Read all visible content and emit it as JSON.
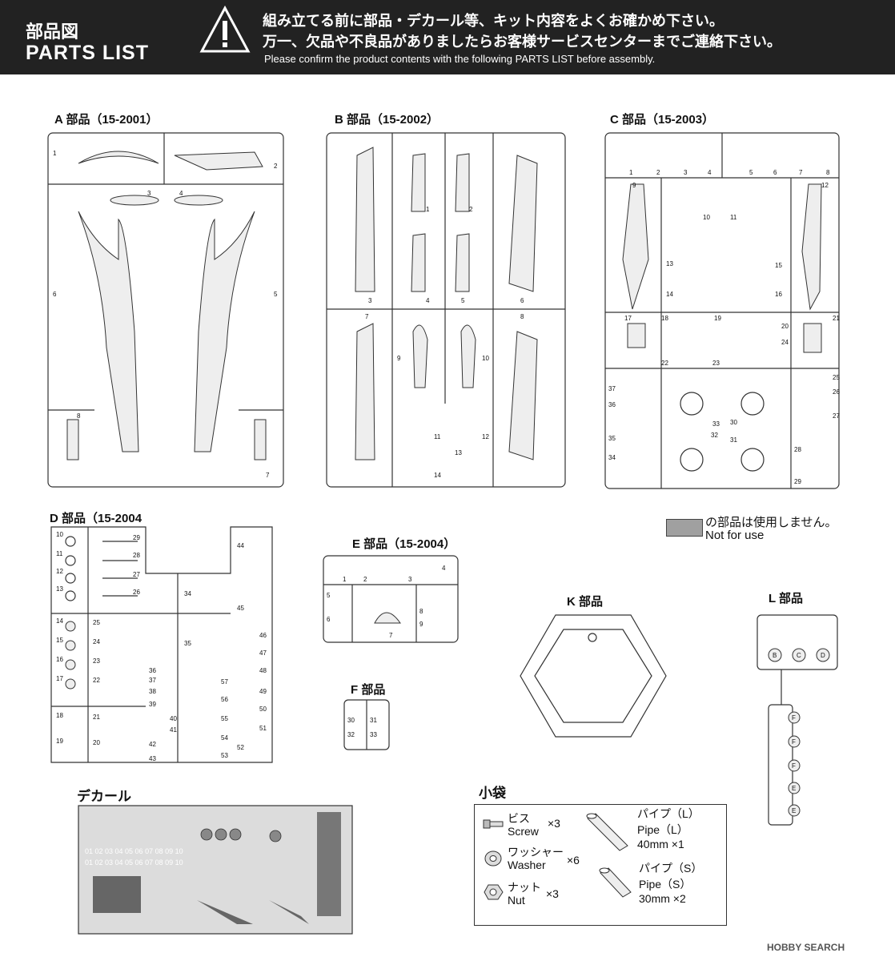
{
  "header": {
    "title_jp": "部品図",
    "title_en": "PARTS LIST",
    "notice_jp_1": "組み立てる前に部品・デカール等、キット内容をよくお確かめ下さい。",
    "notice_jp_2": "万一、欠品や不良品がありましたらお客様サービスセンターまでご連絡下さい。",
    "notice_en": "Please confirm the product contents with the following PARTS LIST before assembly."
  },
  "sprues": {
    "a": {
      "label": "A 部品（15-2001）",
      "parts": [
        "1",
        "2",
        "3",
        "4",
        "5",
        "6",
        "7",
        "8"
      ]
    },
    "b": {
      "label": "B 部品（15-2002）",
      "parts": [
        "1",
        "2",
        "3",
        "4",
        "5",
        "6",
        "7",
        "8",
        "9",
        "10",
        "11",
        "12",
        "13",
        "14"
      ]
    },
    "c": {
      "label": "C 部品（15-2003）",
      "parts": [
        "1",
        "2",
        "3",
        "4",
        "5",
        "6",
        "7",
        "8",
        "9",
        "10",
        "11",
        "12",
        "13",
        "14",
        "15",
        "16",
        "17",
        "18",
        "19",
        "20",
        "21",
        "22",
        "23",
        "24",
        "25",
        "26",
        "27",
        "28",
        "29",
        "30",
        "31",
        "32",
        "33",
        "34",
        "35",
        "36",
        "37"
      ]
    },
    "d": {
      "label": "D 部品（15-2004",
      "parts": [
        "10",
        "11",
        "12",
        "13",
        "14",
        "15",
        "16",
        "17",
        "18",
        "19",
        "20",
        "21",
        "22",
        "23",
        "24",
        "25",
        "26",
        "27",
        "28",
        "29",
        "34",
        "35",
        "36",
        "37",
        "38",
        "39",
        "40",
        "41",
        "42",
        "43",
        "44",
        "45",
        "46",
        "47",
        "48",
        "49",
        "50",
        "51",
        "52",
        "53",
        "54",
        "55",
        "56",
        "57"
      ]
    },
    "e": {
      "label": "E 部品（15-2004）",
      "parts": [
        "1",
        "2",
        "3",
        "4",
        "5",
        "6",
        "7",
        "8",
        "9"
      ]
    },
    "f": {
      "label": "F 部品",
      "parts": [
        "30",
        "31",
        "32",
        "33"
      ]
    },
    "k": {
      "label": "K 部品"
    },
    "l": {
      "label": "L 部品",
      "parts": [
        "B",
        "C",
        "D",
        "F",
        "F",
        "F",
        "E",
        "E"
      ]
    }
  },
  "not_for_use": {
    "jp": "の部品は使用しません。",
    "en": "Not for use",
    "color": "#a0a0a0"
  },
  "decal": {
    "label": "デカール",
    "numbers_1": "01 02 03 04 05 06 07 08 09 10",
    "numbers_2": "01 02 03 04 05 06 07 08 09 10"
  },
  "bag": {
    "label": "小袋",
    "screw_jp": "ビス",
    "screw_en": "Screw",
    "screw_qty": "×3",
    "washer_jp": "ワッシャー",
    "washer_en": "Washer",
    "washer_qty": "×6",
    "nut_jp": "ナット",
    "nut_en": "Nut",
    "nut_qty": "×3",
    "pipe_l_jp": "パイプ（L）",
    "pipe_l_en": "Pipe（L）",
    "pipe_l_size": "40mm ×1",
    "pipe_s_jp": "パイプ（S）",
    "pipe_s_en": "Pipe（S）",
    "pipe_s_size": "30mm ×2"
  },
  "watermark": "HOBBY SEARCH"
}
